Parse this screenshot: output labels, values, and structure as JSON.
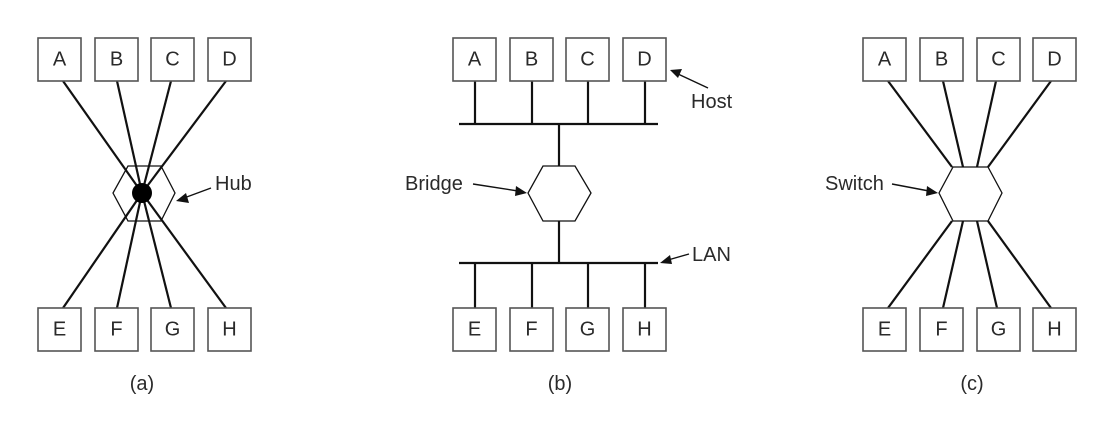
{
  "figure": {
    "panels": [
      {
        "id": "a",
        "caption": "(a)",
        "device": {
          "type": "hub",
          "label": "Hub"
        },
        "top_hosts": [
          "A",
          "B",
          "C",
          "D"
        ],
        "bottom_hosts": [
          "E",
          "F",
          "G",
          "H"
        ]
      },
      {
        "id": "b",
        "caption": "(b)",
        "device": {
          "type": "bridge",
          "label": "Bridge"
        },
        "top_hosts": [
          "A",
          "B",
          "C",
          "D"
        ],
        "bottom_hosts": [
          "E",
          "F",
          "G",
          "H"
        ],
        "host_label": "Host",
        "lan_label": "LAN"
      },
      {
        "id": "c",
        "caption": "(c)",
        "device": {
          "type": "switch",
          "label": "Switch"
        },
        "top_hosts": [
          "A",
          "B",
          "C",
          "D"
        ],
        "bottom_hosts": [
          "E",
          "F",
          "G",
          "H"
        ]
      }
    ]
  }
}
